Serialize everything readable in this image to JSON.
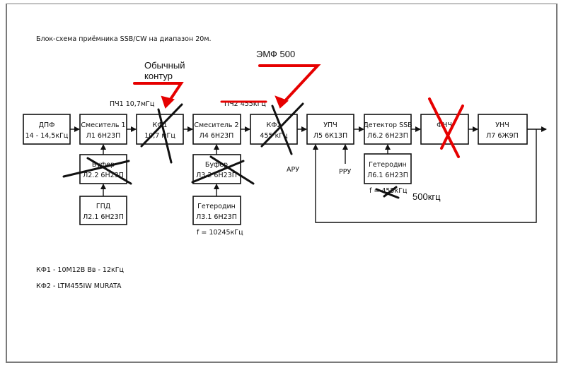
{
  "title": "Блок-схема приёмника SSB/CW на диапазон 20м.",
  "blocks": {
    "dpf": {
      "line1": "ДПФ",
      "line2": "14 - 14,5кГц"
    },
    "mixer1": {
      "line1": "Смеситель 1",
      "line2": "Л1 6Н23П"
    },
    "kf1": {
      "line1": "КФ1",
      "line2": "10,7 мГц",
      "crossed": true
    },
    "mixer2": {
      "line1": "Смеситель 2",
      "line2": "Л4 6Н23П"
    },
    "kf2": {
      "line1": "КФ2",
      "line2": "455 кГц",
      "crossed": true
    },
    "upch": {
      "line1": "УПЧ",
      "line2": "Л5 6К13П"
    },
    "detector": {
      "line1": "Детектор SSB",
      "line2": "Л6.2 6Н23П"
    },
    "fnch": {
      "line1": "ФНЧ",
      "line2": "",
      "crossed": true
    },
    "unch": {
      "line1": "УНЧ",
      "line2": "Л7 6Ж9П"
    },
    "buffer1": {
      "line1": "Буфер",
      "line2": "Л2.2 6Н23П",
      "crossed": true
    },
    "gpd": {
      "line1": "ГПД",
      "line2": "Л2.1 6Н23П"
    },
    "buffer2": {
      "line1": "Буфер",
      "line2": "Л3.2 6Н23П",
      "crossed": true
    },
    "het2": {
      "line1": "Гетеродин",
      "line2": "Л3.1 6Н23П"
    },
    "het3": {
      "line1": "Гетеродин",
      "line2": "Л6.1 6Н23П"
    }
  },
  "labels": {
    "pch1": "ПЧ1 10,7мГц",
    "pch2": "ПЧ2 455кГц",
    "aru": "АРУ",
    "rru": "РРУ",
    "f_het2": "f = 10245кГц",
    "f_het3": "f = 455кГц",
    "note_kf1": "КФ1 - 10М12В Вв - 12кГц",
    "note_kf2": "КФ2 - LTM455IW MURATA"
  },
  "annotations": {
    "normal_circuit_1": "Обычный",
    "normal_circuit_2": "контур",
    "emf": "ЭМФ 500",
    "freq_500": "500кгц"
  },
  "colors": {
    "markup_red": "#e60000",
    "line": "#111111",
    "frame": "#7a7a7a"
  }
}
